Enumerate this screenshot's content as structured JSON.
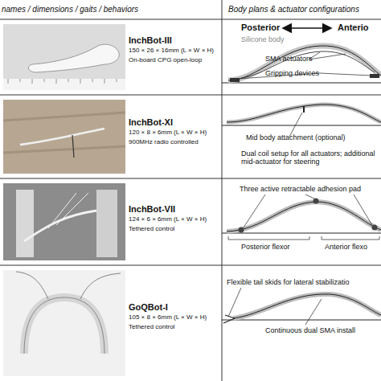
{
  "diagram": {
    "labels": [
      "names / dimensions / gaits / behaviors",
      "Body plans & actuator configurations",
      "InchBot-III",
      "150 × 26 × 16mm (L × W × H)",
      "On-board CPG open-loop",
      "Posterior",
      "Anterio",
      "Silicone body",
      "SMA actuators",
      "Gripping devices",
      "InchBot-XI",
      "120 × 8 × 6mm (L × W × H)",
      "900MHz radio controlled",
      "Mid body attachment (optional)",
      "Dual coil setup for all actuators; additional mid-actuator for steering",
      "InchBot-VII",
      "124 × 6 × 6mm (L × W × H)",
      "Tethered control",
      "Three active retractable adhesion pad",
      "Posterior flexor",
      "Anterior flexo",
      "GoQBot-I",
      "105 × 8 × 6mm (L × W × H)",
      "Tethered control",
      "Flexible tail skids for lateral stabilizatio",
      "Continuous dual SMA install"
    ]
  }
}
